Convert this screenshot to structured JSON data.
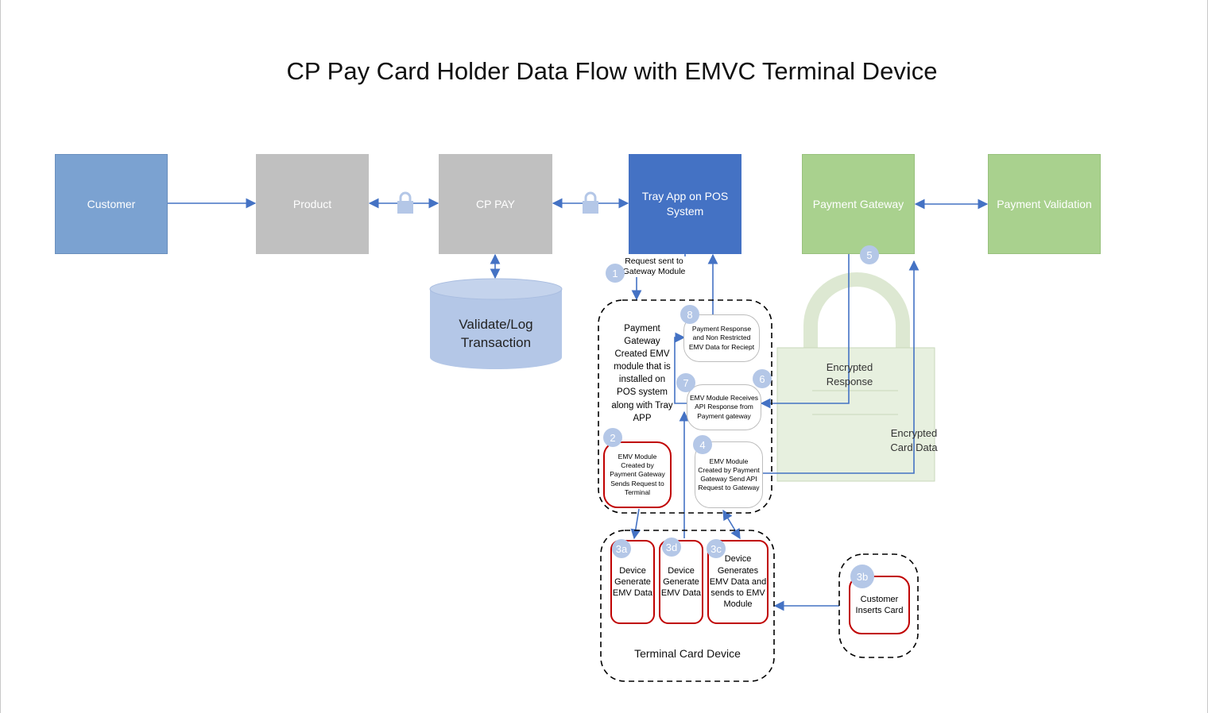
{
  "title": "CP Pay Card Holder Data Flow with EMVC Terminal Device",
  "colors": {
    "customer": "#7ba2d1",
    "gray": "#c0c0c0",
    "tray": "#4472c4",
    "green": "#a9d18e",
    "db": "#b4c7e7",
    "arrow": "#4472c4",
    "red_border": "#c00000",
    "badge": "#b4c7e7"
  },
  "nodes": {
    "customer": "Customer",
    "product": "Product",
    "cp_pay": "CP PAY",
    "tray_app": "Tray App on POS System",
    "payment_gateway": "Payment Gateway",
    "payment_validation": "Payment Validation",
    "validate_log": "Validate/Log Transaction"
  },
  "annotations": {
    "request_sent": "Request sent to Gateway Module",
    "module_desc": "Payment Gateway Created EMV module that is installed on POS system along with Tray APP",
    "encrypted_response": "Encrypted Response",
    "encrypted_card_data": "Encrypted Card Data",
    "terminal_card_device": "Terminal Card Device"
  },
  "module_steps": {
    "s8": "Payment Response and Non Restricted EMV Data for Reciept",
    "s6": "EMV Module Receives API Response from Payment gateway",
    "s2": "EMV Module Created by Payment Gateway Sends Request to Terminal",
    "s4": "EMV Module Created by Payment Gateway Send API Request to Gateway"
  },
  "device_steps": {
    "s3a": "Device Generate EMV Data",
    "s3d": "Device Generate EMV Data",
    "s3c": "Device Generates EMV Data and sends to EMV Module",
    "s3b": "Customer Inserts Card"
  },
  "badges": {
    "b1": "1",
    "b2": "2",
    "b3a": "3a",
    "b3b": "3b",
    "b3c": "3c",
    "b3d": "3d",
    "b4": "4",
    "b5": "5",
    "b6": "6",
    "b7": "7",
    "b8": "8"
  },
  "icons": [
    "padlock-icon",
    "padlock-icon",
    "large-padlock-icon"
  ]
}
